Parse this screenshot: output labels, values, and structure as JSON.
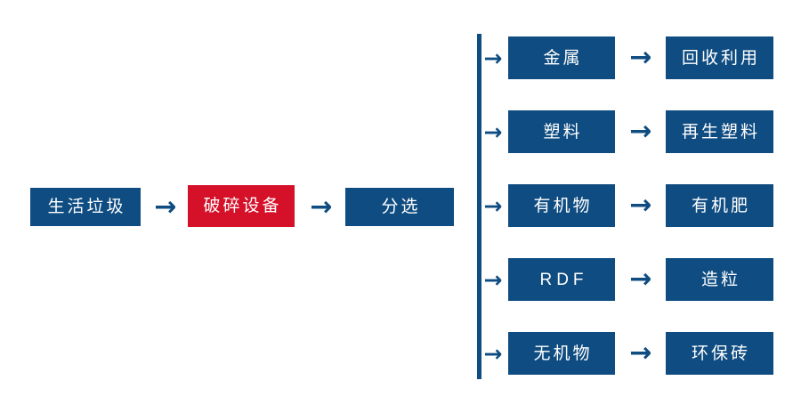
{
  "diagram": {
    "title": "生活垃圾破碎分选处理流程图",
    "type": "process-flow",
    "background_color": "#ffffff",
    "colors": {
      "node_blue": "#0f4c81",
      "node_highlight_red": "#d5112a",
      "node_text": "#ffffff",
      "arrow": "#0f4c81",
      "spine": "#0f4c81"
    },
    "main_flow": [
      {
        "id": "input",
        "label": "生活垃圾",
        "color": "blue"
      },
      {
        "id": "crusher",
        "label": "破碎设备",
        "color": "red"
      },
      {
        "id": "sorting",
        "label": "分选",
        "color": "blue"
      }
    ],
    "main_arrows": [
      "→",
      "→"
    ],
    "branch_arrows": [
      "→",
      "→",
      "→",
      "→",
      "→"
    ],
    "branches": [
      {
        "fraction": "金属",
        "product": "回收利用",
        "arrow": "→"
      },
      {
        "fraction": "塑料",
        "product": "再生塑料",
        "arrow": "→"
      },
      {
        "fraction": "有机物",
        "product": "有机肥",
        "arrow": "→"
      },
      {
        "fraction": "RDF",
        "product": "造粒",
        "arrow": "→"
      },
      {
        "fraction": "无机物",
        "product": "环保砖",
        "arrow": "→"
      }
    ]
  }
}
